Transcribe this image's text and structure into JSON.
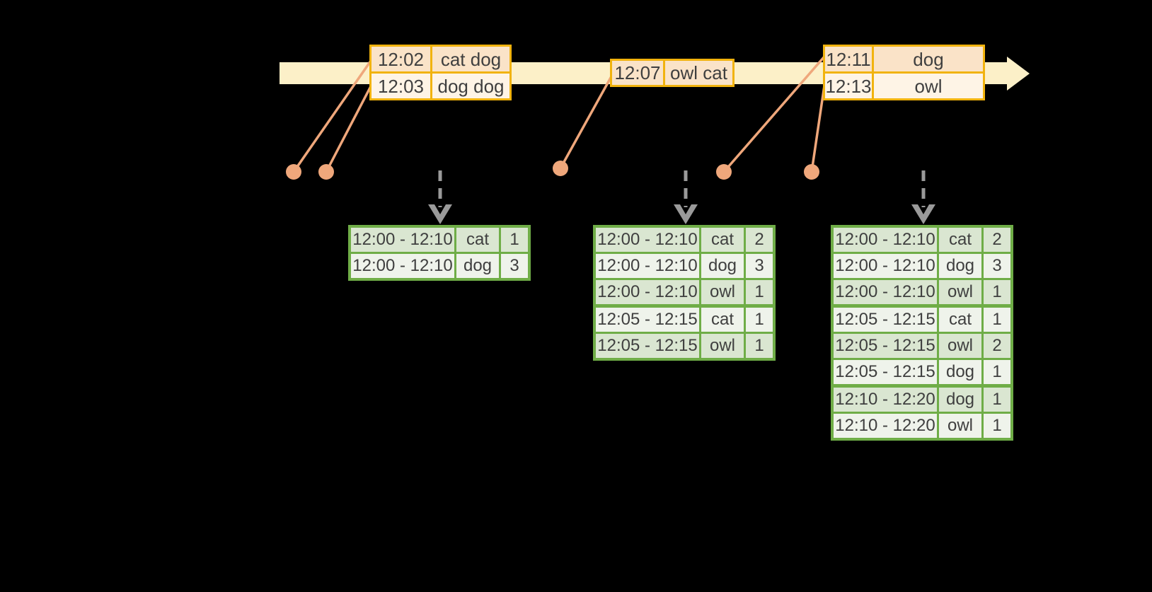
{
  "colors": {
    "background": "#000000",
    "timeline_band": "#FCF0C8",
    "event_table_border": "#F1B30E",
    "event_row_dark": "#FAE3C8",
    "event_row_light": "#FEF4E6",
    "connector_orange": "#EFA77B",
    "trigger_arrow_gray": "#9A9A9A",
    "result_table_border": "#6FAD47",
    "result_row_dark": "#DAE6D1",
    "result_row_light": "#EFF3EB",
    "text": "#3F3F3F"
  },
  "event_tables": [
    {
      "rows": [
        {
          "time": "12:02",
          "words": "cat dog"
        },
        {
          "time": "12:03",
          "words": "dog dog"
        }
      ]
    },
    {
      "rows": [
        {
          "time": "12:07",
          "words": "owl cat"
        }
      ]
    },
    {
      "rows": [
        {
          "time": "12:11",
          "words": "dog"
        },
        {
          "time": "12:13",
          "words": "owl"
        }
      ]
    }
  ],
  "result_tables": [
    {
      "rows": [
        {
          "window": "12:00 - 12:10",
          "word": "cat",
          "count": "1"
        },
        {
          "window": "12:00 - 12:10",
          "word": "dog",
          "count": "3"
        }
      ]
    },
    {
      "rows": [
        {
          "window": "12:00 - 12:10",
          "word": "cat",
          "count": "2"
        },
        {
          "window": "12:00 - 12:10",
          "word": "dog",
          "count": "3"
        },
        {
          "window": "12:00 - 12:10",
          "word": "owl",
          "count": "1"
        },
        {
          "window": "12:05 - 12:15",
          "word": "cat",
          "count": "1"
        },
        {
          "window": "12:05 - 12:15",
          "word": "owl",
          "count": "1"
        }
      ]
    },
    {
      "rows": [
        {
          "window": "12:00 - 12:10",
          "word": "cat",
          "count": "2"
        },
        {
          "window": "12:00 - 12:10",
          "word": "dog",
          "count": "3"
        },
        {
          "window": "12:00 - 12:10",
          "word": "owl",
          "count": "1"
        },
        {
          "window": "12:05 - 12:15",
          "word": "cat",
          "count": "1"
        },
        {
          "window": "12:05 - 12:15",
          "word": "owl",
          "count": "2"
        },
        {
          "window": "12:05 - 12:15",
          "word": "dog",
          "count": "1"
        },
        {
          "window": "12:10 - 12:20",
          "word": "dog",
          "count": "1"
        },
        {
          "window": "12:10 - 12:20",
          "word": "owl",
          "count": "1"
        }
      ]
    }
  ]
}
